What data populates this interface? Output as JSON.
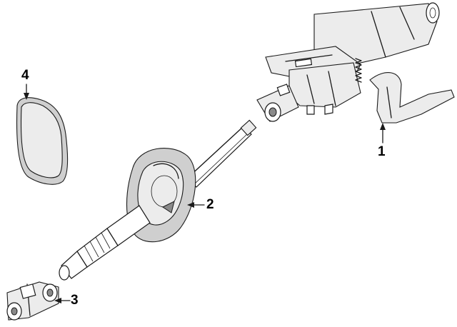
{
  "callouts": {
    "part_1": "1",
    "part_2": "2",
    "part_3": "3",
    "part_4": "4"
  },
  "colors": {
    "line": "#1a1a1a",
    "shade": "#cfcfcf",
    "background": "#ffffff"
  }
}
